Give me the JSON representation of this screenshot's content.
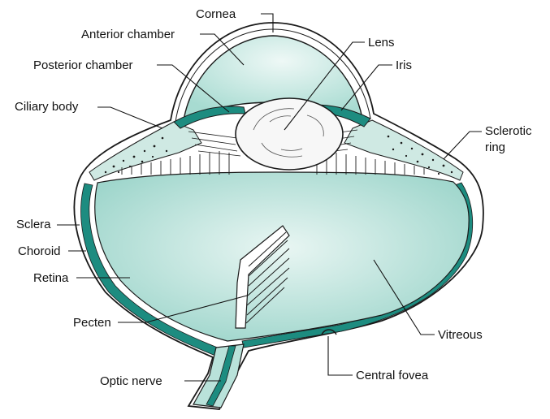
{
  "labels": {
    "cornea": "Cornea",
    "anterior_chamber": "Anterior chamber",
    "lens": "Lens",
    "posterior_chamber": "Posterior chamber",
    "iris": "Iris",
    "ciliary_body": "Ciliary body",
    "sclerotic_ring_line1": "Sclerotic",
    "sclerotic_ring_line2": "ring",
    "sclera": "Sclera",
    "choroid": "Choroid",
    "retina": "Retina",
    "pecten": "Pecten",
    "vitreous": "Vitreous",
    "optic_nerve": "Optic nerve",
    "central_fovea": "Central fovea"
  },
  "colors": {
    "chamber_fill": "#b9e2da",
    "chamber_light": "#e9f6f3",
    "choroid_dark": "#1d8c80",
    "outline": "#1a1a1a",
    "lens_fill": "#f7f7f7"
  }
}
